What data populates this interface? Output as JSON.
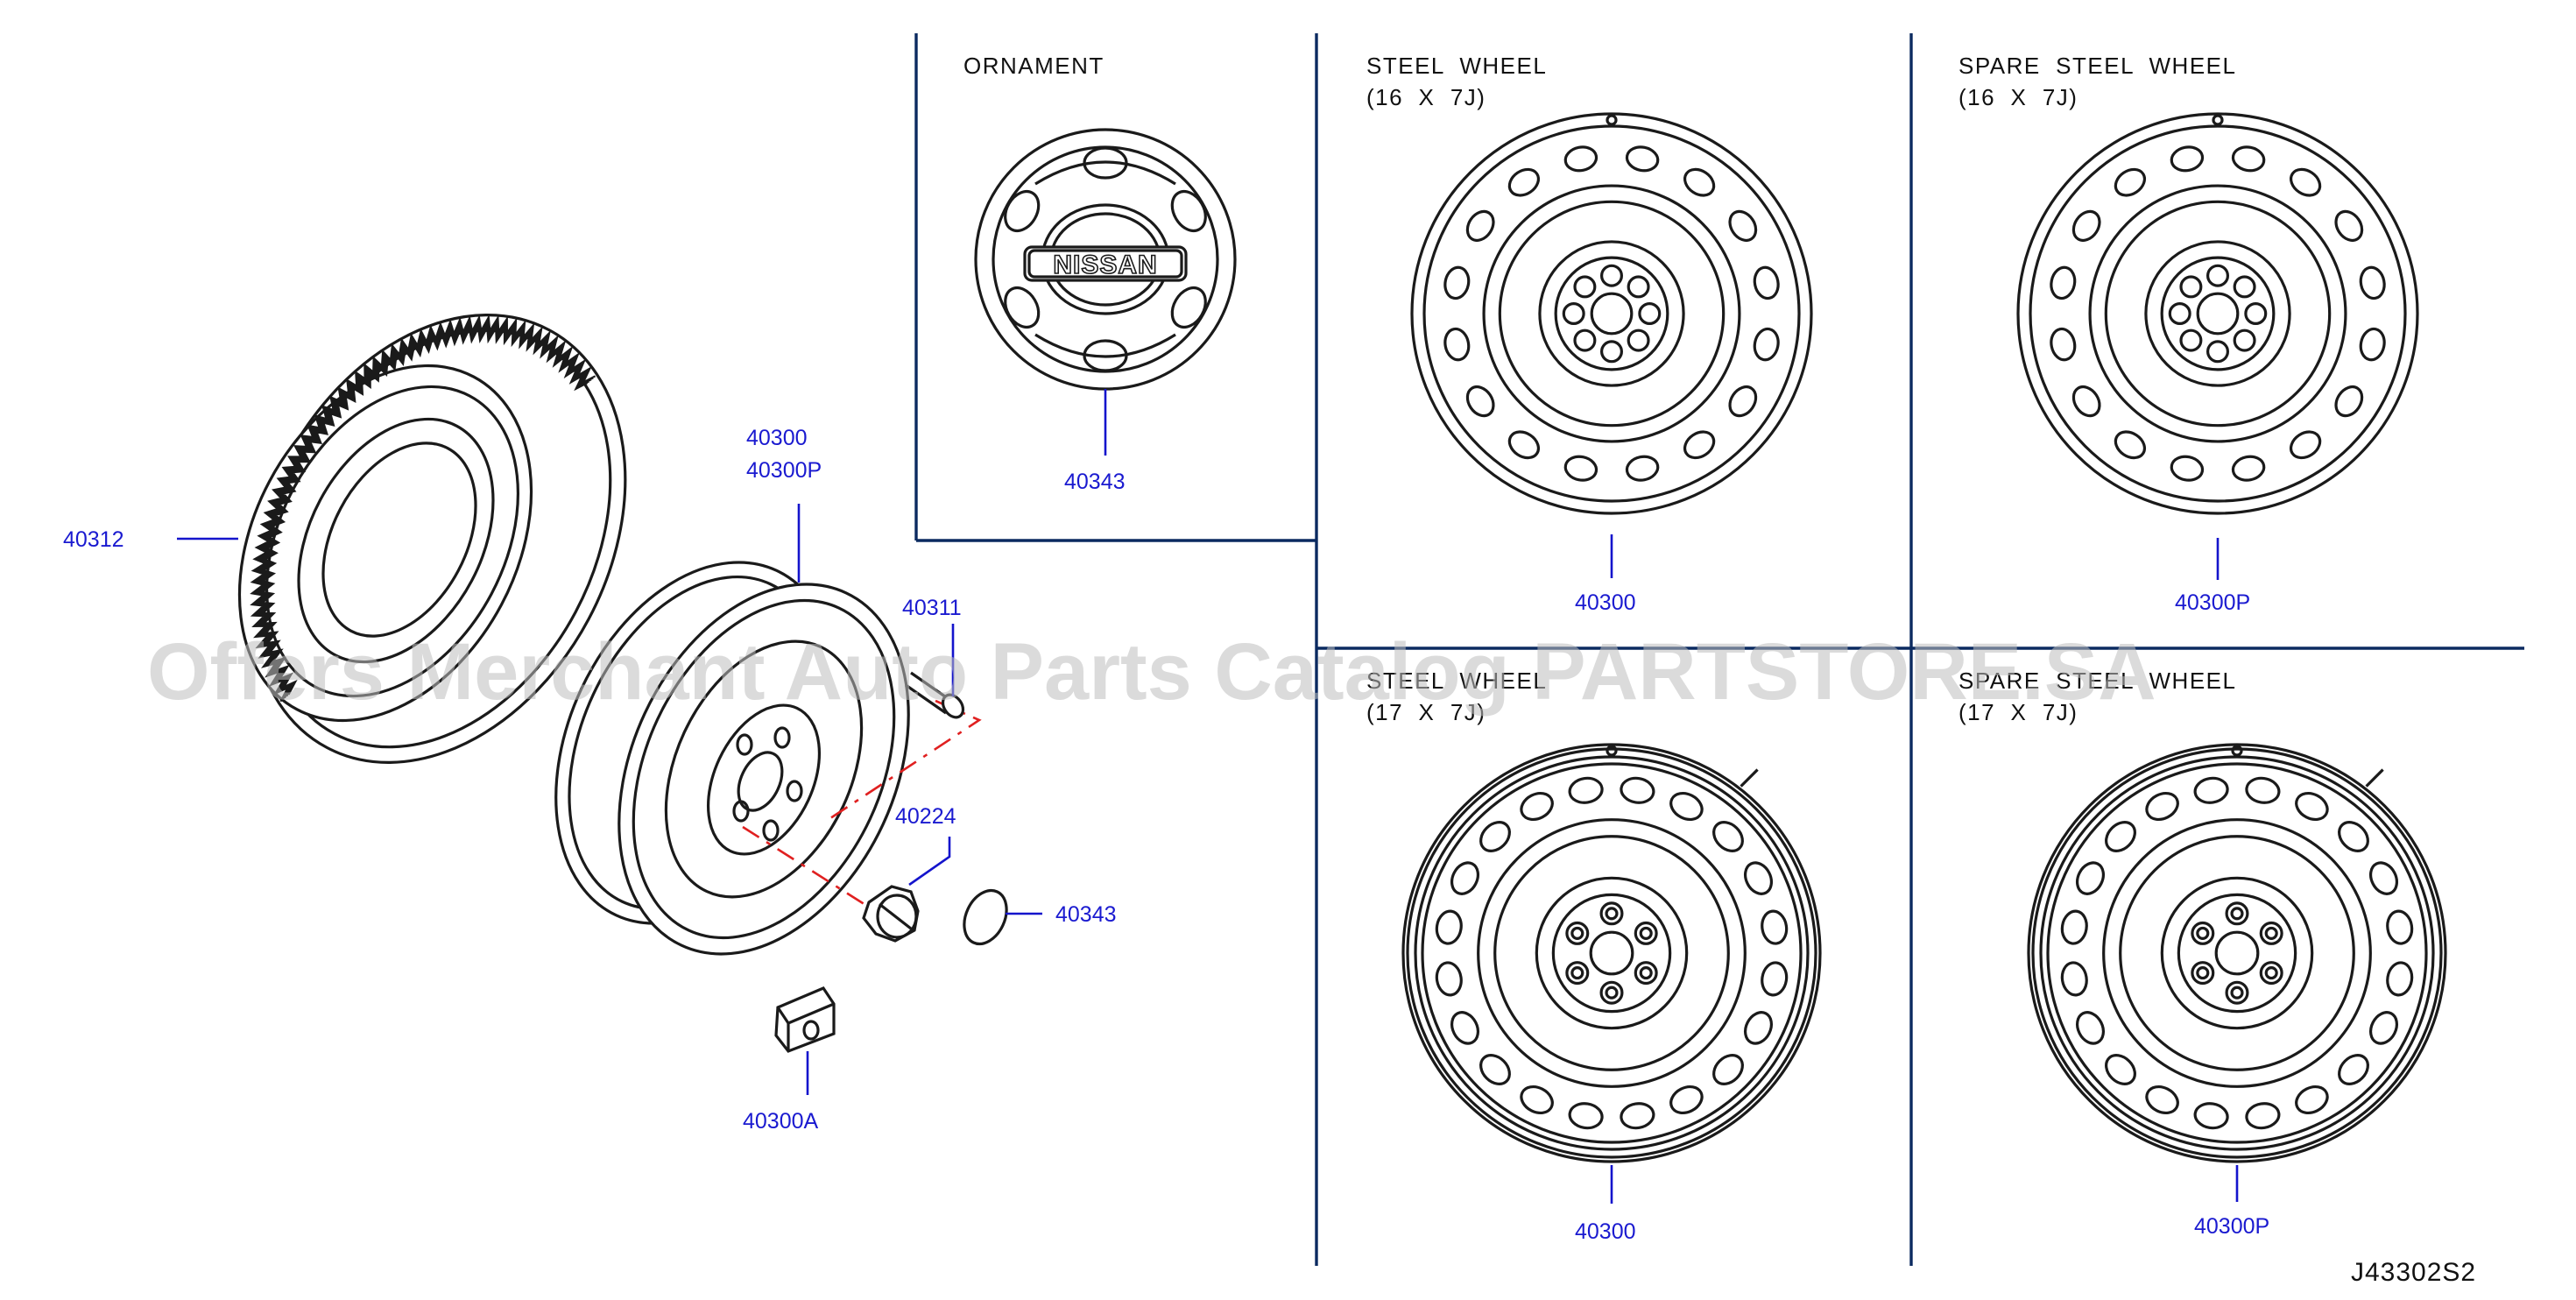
{
  "sections": {
    "ornament": "ORNAMENT",
    "steel_16": [
      "STEEL  WHEEL",
      "(16  X  7J)"
    ],
    "spare_16": [
      "SPARE  STEEL  WHEEL",
      "(16  X  7J)"
    ],
    "steel_17": [
      "STEEL  WHEEL",
      "(17  X  7J)"
    ],
    "spare_17": [
      "SPARE  STEEL  WHEEL",
      "(17  X  7J)"
    ]
  },
  "ornament_brand": "NISSAN",
  "parts": {
    "tire": "40312",
    "wheel": [
      "40300",
      "40300P"
    ],
    "valve": "40311",
    "nut": "40224",
    "cap": "40343",
    "weight": "40300A",
    "ornament": "40343",
    "steel_16": "40300",
    "spare_16": "40300P",
    "steel_17": "40300",
    "spare_17": "40300P"
  },
  "diagram_code": "J43302S2",
  "watermark": "Offers Merchant Auto Parts Catalog PARTSTORE.SA",
  "colors": {
    "part_number": "#1a1ad0",
    "divider": "#0b2a60",
    "center_line": "#e02020"
  }
}
